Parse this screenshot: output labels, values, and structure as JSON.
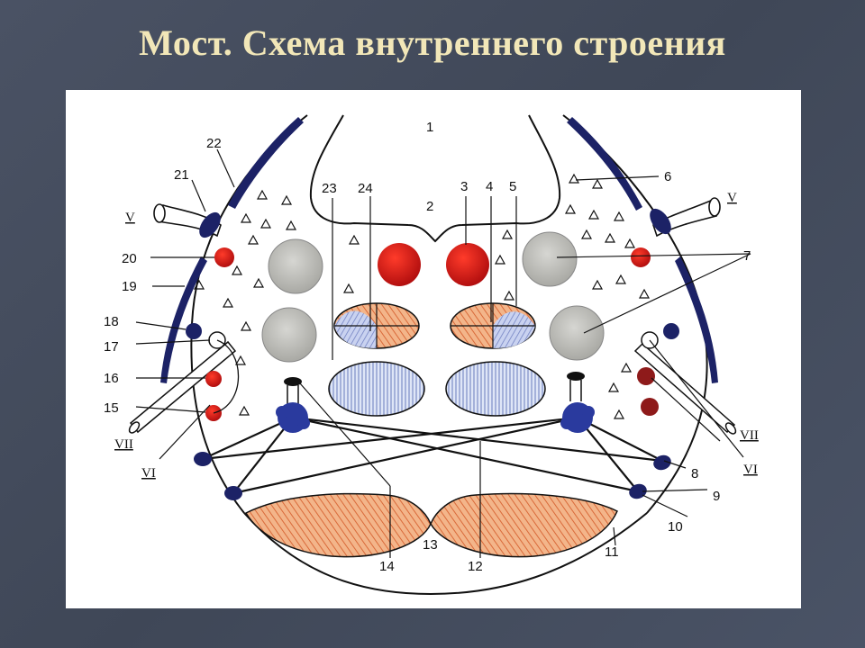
{
  "slide": {
    "title": "Мост. Схема внутреннего строения"
  },
  "labels": {
    "n1": "1",
    "n2": "2",
    "n3": "3",
    "n4": "4",
    "n5": "5",
    "n6": "6",
    "n7": "7",
    "n8": "8",
    "n9": "9",
    "n10": "10",
    "n11": "11",
    "n12": "12",
    "n13": "13",
    "n14": "14",
    "n15": "15",
    "n16": "16",
    "n17": "17",
    "n18": "18",
    "n19": "19",
    "n20": "20",
    "n21": "21",
    "n22": "22",
    "n23": "23",
    "n24": "24",
    "v_left": "V",
    "v_right": "V",
    "vii_left": "VII",
    "vii_right": "VII",
    "vi_left": "VI",
    "vi_right": "VI"
  },
  "colors": {
    "red": "#d81818",
    "dark_red": "#8e1a1a",
    "navy": "#1c2266",
    "grey_nucleus": "#c9c9c4",
    "orange_hatch": "#e8925c",
    "blue_hatch": "#a8b8e0"
  }
}
